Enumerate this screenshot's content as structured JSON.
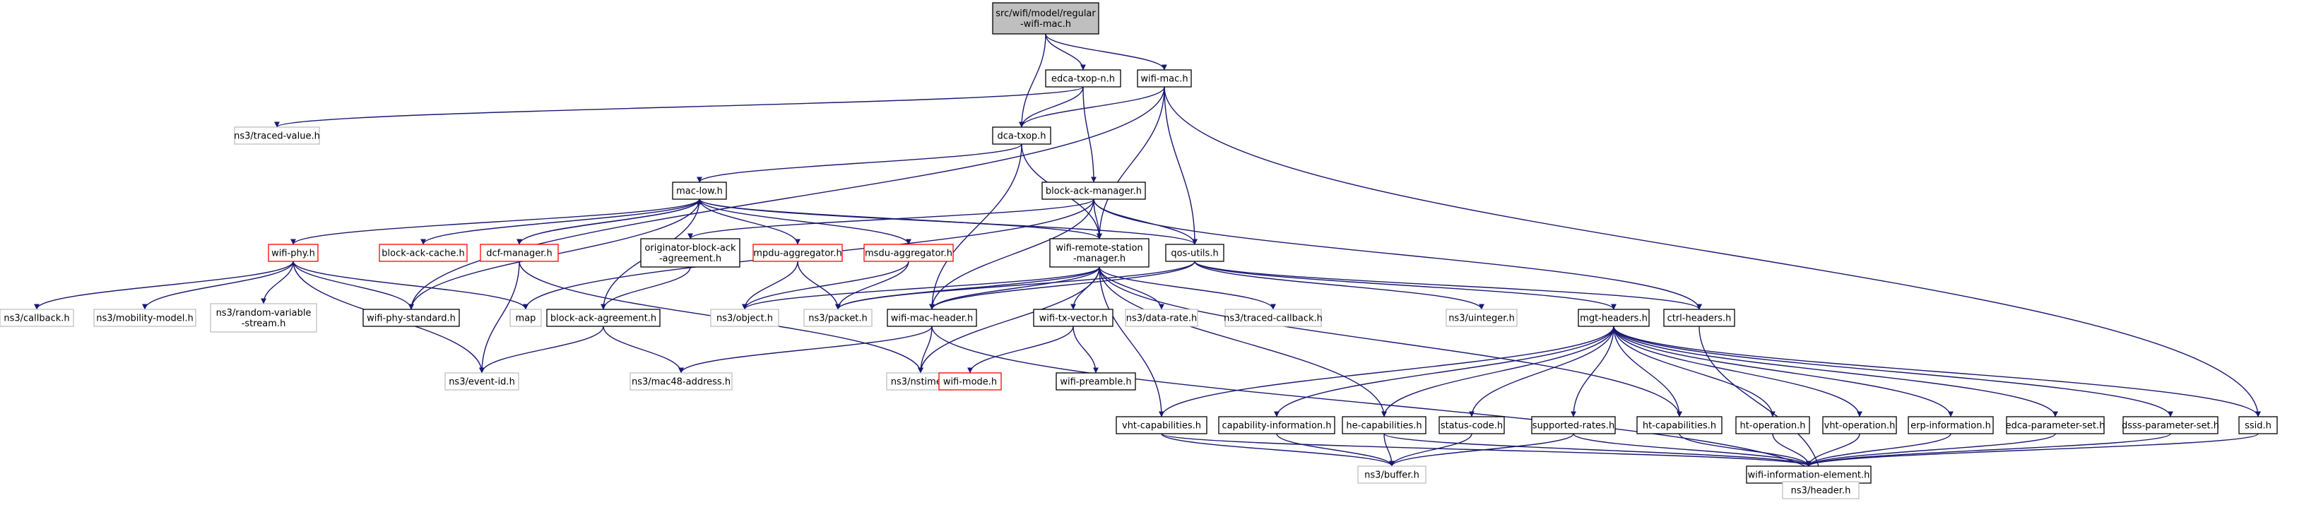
{
  "diagram": {
    "colors": {
      "edge": "#191970",
      "root_fill": "#bfbfbf",
      "border_documented": "#000000",
      "border_external": "#bfbfbf",
      "border_highlight": "#ff0000"
    },
    "nodes": [
      {
        "id": "root",
        "lines": [
          "src/wifi/model/regular",
          "-wifi-mac.h"
        ],
        "style": "root"
      },
      {
        "id": "edca",
        "lines": [
          "edca-txop-n.h"
        ],
        "style": "doc"
      },
      {
        "id": "wifimac",
        "lines": [
          "wifi-mac.h"
        ],
        "style": "doc"
      },
      {
        "id": "traced",
        "lines": [
          "ns3/traced-value.h"
        ],
        "style": "ext"
      },
      {
        "id": "dcatxop",
        "lines": [
          "dca-txop.h"
        ],
        "style": "doc"
      },
      {
        "id": "maclow",
        "lines": [
          "mac-low.h"
        ],
        "style": "doc"
      },
      {
        "id": "bam",
        "lines": [
          "block-ack-manager.h"
        ],
        "style": "doc"
      },
      {
        "id": "wifiphy",
        "lines": [
          "wifi-phy.h"
        ],
        "style": "red"
      },
      {
        "id": "bacache",
        "lines": [
          "block-ack-cache.h"
        ],
        "style": "red"
      },
      {
        "id": "dcf",
        "lines": [
          "dcf-manager.h"
        ],
        "style": "red"
      },
      {
        "id": "obaa",
        "lines": [
          "originator-block-ack",
          "-agreement.h"
        ],
        "style": "doc"
      },
      {
        "id": "mpdu",
        "lines": [
          "mpdu-aggregator.h"
        ],
        "style": "red"
      },
      {
        "id": "msdu",
        "lines": [
          "msdu-aggregator.h"
        ],
        "style": "red"
      },
      {
        "id": "wrsm",
        "lines": [
          "wifi-remote-station",
          "-manager.h"
        ],
        "style": "doc"
      },
      {
        "id": "qos",
        "lines": [
          "qos-utils.h"
        ],
        "style": "doc"
      },
      {
        "id": "callback",
        "lines": [
          "ns3/callback.h"
        ],
        "style": "ext"
      },
      {
        "id": "mobility",
        "lines": [
          "ns3/mobility-model.h"
        ],
        "style": "ext"
      },
      {
        "id": "randvar",
        "lines": [
          "ns3/random-variable",
          "-stream.h"
        ],
        "style": "ext"
      },
      {
        "id": "phystd",
        "lines": [
          "wifi-phy-standard.h"
        ],
        "style": "doc"
      },
      {
        "id": "map",
        "lines": [
          "map"
        ],
        "style": "ext"
      },
      {
        "id": "baa",
        "lines": [
          "block-ack-agreement.h"
        ],
        "style": "doc"
      },
      {
        "id": "object",
        "lines": [
          "ns3/object.h"
        ],
        "style": "ext"
      },
      {
        "id": "packet",
        "lines": [
          "ns3/packet.h"
        ],
        "style": "ext"
      },
      {
        "id": "macheader",
        "lines": [
          "wifi-mac-header.h"
        ],
        "style": "doc"
      },
      {
        "id": "txvector",
        "lines": [
          "wifi-tx-vector.h"
        ],
        "style": "doc"
      },
      {
        "id": "datarate",
        "lines": [
          "ns3/data-rate.h"
        ],
        "style": "ext"
      },
      {
        "id": "tracedcb",
        "lines": [
          "ns3/traced-callback.h"
        ],
        "style": "ext"
      },
      {
        "id": "uinteger",
        "lines": [
          "ns3/uinteger.h"
        ],
        "style": "ext"
      },
      {
        "id": "mgt",
        "lines": [
          "mgt-headers.h"
        ],
        "style": "doc"
      },
      {
        "id": "ctrl",
        "lines": [
          "ctrl-headers.h"
        ],
        "style": "doc"
      },
      {
        "id": "eventid",
        "lines": [
          "ns3/event-id.h"
        ],
        "style": "ext"
      },
      {
        "id": "mac48",
        "lines": [
          "ns3/mac48-address.h"
        ],
        "style": "ext"
      },
      {
        "id": "nstime",
        "lines": [
          "ns3/nstime.h"
        ],
        "style": "ext"
      },
      {
        "id": "wifimode",
        "lines": [
          "wifi-mode.h"
        ],
        "style": "red"
      },
      {
        "id": "preamble",
        "lines": [
          "wifi-preamble.h"
        ],
        "style": "doc"
      },
      {
        "id": "vhtcap",
        "lines": [
          "vht-capabilities.h"
        ],
        "style": "doc"
      },
      {
        "id": "capinfo",
        "lines": [
          "capability-information.h"
        ],
        "style": "doc"
      },
      {
        "id": "hecap",
        "lines": [
          "he-capabilities.h"
        ],
        "style": "doc"
      },
      {
        "id": "status",
        "lines": [
          "status-code.h"
        ],
        "style": "doc"
      },
      {
        "id": "suprates",
        "lines": [
          "supported-rates.h"
        ],
        "style": "doc"
      },
      {
        "id": "htcap",
        "lines": [
          "ht-capabilities.h"
        ],
        "style": "doc"
      },
      {
        "id": "htop",
        "lines": [
          "ht-operation.h"
        ],
        "style": "doc"
      },
      {
        "id": "vhtop",
        "lines": [
          "vht-operation.h"
        ],
        "style": "doc"
      },
      {
        "id": "erp",
        "lines": [
          "erp-information.h"
        ],
        "style": "doc"
      },
      {
        "id": "edcaparam",
        "lines": [
          "edca-parameter-set.h"
        ],
        "style": "doc"
      },
      {
        "id": "dsss",
        "lines": [
          "dsss-parameter-set.h"
        ],
        "style": "doc"
      },
      {
        "id": "ssid",
        "lines": [
          "ssid.h"
        ],
        "style": "doc"
      },
      {
        "id": "buffer",
        "lines": [
          "ns3/buffer.h"
        ],
        "style": "ext"
      },
      {
        "id": "wie",
        "lines": [
          "wifi-information-element.h"
        ],
        "style": "doc"
      },
      {
        "id": "header",
        "lines": [
          "ns3/header.h"
        ],
        "style": "ext"
      }
    ],
    "edges": [
      [
        "root",
        "edca"
      ],
      [
        "root",
        "wifimac"
      ],
      [
        "root",
        "dcatxop"
      ],
      [
        "edca",
        "dcatxop"
      ],
      [
        "edca",
        "bam"
      ],
      [
        "edca",
        "traced"
      ],
      [
        "wifimac",
        "dcatxop"
      ],
      [
        "wifimac",
        "qos"
      ],
      [
        "wifimac",
        "wrsm"
      ],
      [
        "wifimac",
        "phystd"
      ],
      [
        "wifimac",
        "ssid"
      ],
      [
        "dcatxop",
        "maclow"
      ],
      [
        "dcatxop",
        "wrsm"
      ],
      [
        "dcatxop",
        "macheader"
      ],
      [
        "maclow",
        "wifiphy"
      ],
      [
        "maclow",
        "bacache"
      ],
      [
        "maclow",
        "dcf"
      ],
      [
        "maclow",
        "mpdu"
      ],
      [
        "maclow",
        "msdu"
      ],
      [
        "maclow",
        "wrsm"
      ],
      [
        "maclow",
        "qos"
      ],
      [
        "maclow",
        "baa"
      ],
      [
        "maclow",
        "phystd"
      ],
      [
        "bam",
        "obaa"
      ],
      [
        "bam",
        "wrsm"
      ],
      [
        "bam",
        "qos"
      ],
      [
        "bam",
        "ctrl"
      ],
      [
        "bam",
        "macheader"
      ],
      [
        "bam",
        "map"
      ],
      [
        "wifiphy",
        "callback"
      ],
      [
        "wifiphy",
        "mobility"
      ],
      [
        "wifiphy",
        "randvar"
      ],
      [
        "wifiphy",
        "phystd"
      ],
      [
        "wifiphy",
        "map"
      ],
      [
        "wifiphy",
        "eventid"
      ],
      [
        "dcf",
        "maclow"
      ],
      [
        "dcf",
        "eventid"
      ],
      [
        "dcf",
        "nstime"
      ],
      [
        "obaa",
        "baa"
      ],
      [
        "mpdu",
        "object"
      ],
      [
        "mpdu",
        "packet"
      ],
      [
        "msdu",
        "object"
      ],
      [
        "msdu",
        "packet"
      ],
      [
        "wrsm",
        "object"
      ],
      [
        "wrsm",
        "packet"
      ],
      [
        "wrsm",
        "macheader"
      ],
      [
        "wrsm",
        "txvector"
      ],
      [
        "wrsm",
        "datarate"
      ],
      [
        "wrsm",
        "tracedcb"
      ],
      [
        "wrsm",
        "nstime"
      ],
      [
        "wrsm",
        "htcap"
      ],
      [
        "wrsm",
        "vhtcap"
      ],
      [
        "wrsm",
        "hecap"
      ],
      [
        "qos",
        "packet"
      ],
      [
        "qos",
        "uinteger"
      ],
      [
        "qos",
        "mgt"
      ],
      [
        "qos",
        "ctrl"
      ],
      [
        "qos",
        "macheader"
      ],
      [
        "baa",
        "eventid"
      ],
      [
        "baa",
        "mac48"
      ],
      [
        "macheader",
        "mac48"
      ],
      [
        "macheader",
        "nstime"
      ],
      [
        "macheader",
        "header"
      ],
      [
        "txvector",
        "wifimode"
      ],
      [
        "txvector",
        "preamble"
      ],
      [
        "mgt",
        "vhtcap"
      ],
      [
        "mgt",
        "capinfo"
      ],
      [
        "mgt",
        "hecap"
      ],
      [
        "mgt",
        "status"
      ],
      [
        "mgt",
        "suprates"
      ],
      [
        "mgt",
        "htcap"
      ],
      [
        "mgt",
        "htop"
      ],
      [
        "mgt",
        "vhtop"
      ],
      [
        "mgt",
        "erp"
      ],
      [
        "mgt",
        "edcaparam"
      ],
      [
        "mgt",
        "dsss"
      ],
      [
        "mgt",
        "ssid"
      ],
      [
        "ctrl",
        "header"
      ],
      [
        "vhtcap",
        "buffer"
      ],
      [
        "vhtcap",
        "wie"
      ],
      [
        "capinfo",
        "buffer"
      ],
      [
        "hecap",
        "buffer"
      ],
      [
        "hecap",
        "wie"
      ],
      [
        "status",
        "buffer"
      ],
      [
        "suprates",
        "buffer"
      ],
      [
        "suprates",
        "wie"
      ],
      [
        "htcap",
        "wie"
      ],
      [
        "htop",
        "wie"
      ],
      [
        "vhtop",
        "wie"
      ],
      [
        "erp",
        "wie"
      ],
      [
        "edcaparam",
        "wie"
      ],
      [
        "dsss",
        "wie"
      ],
      [
        "ssid",
        "wie"
      ],
      [
        "wie",
        "header"
      ]
    ]
  }
}
